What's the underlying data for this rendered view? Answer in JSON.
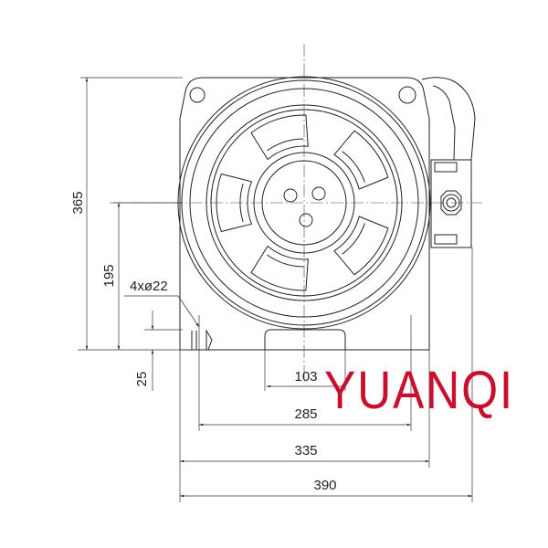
{
  "brand": {
    "name": "YUANQI",
    "color": "#c8102e"
  },
  "dimensions": {
    "overall_height": "365",
    "center_height": "195",
    "holes": "4xø22",
    "foot_height": "25",
    "foot_width": "103",
    "hole_spacing": "285",
    "body_width": "335",
    "overall_width": "390"
  }
}
